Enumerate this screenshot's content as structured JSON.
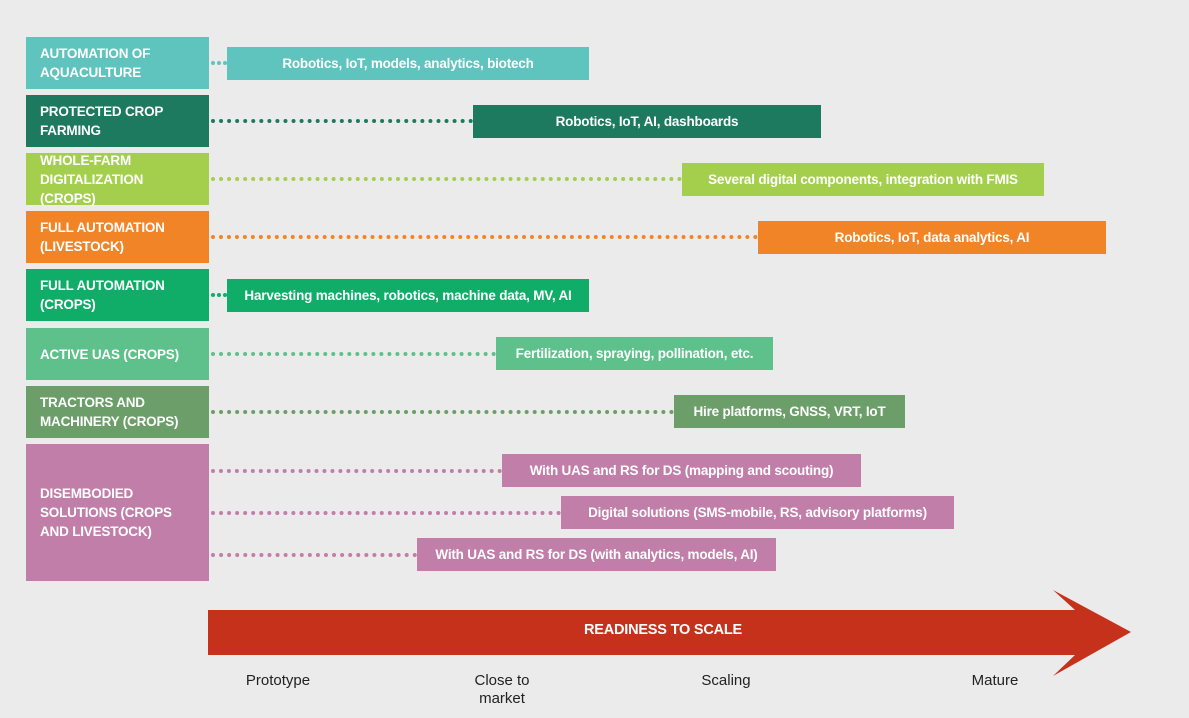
{
  "categories": [
    {
      "label": "AUTOMATION OF AQUACULTURE",
      "color": "#5ec4bd"
    },
    {
      "label": "PROTECTED CROP FARMING",
      "color": "#1e7a5e"
    },
    {
      "label": "WHOLE-FARM DIGITALIZATION (CROPS)",
      "color": "#a4cf4d"
    },
    {
      "label": "FULL AUTOMATION (LIVESTOCK)",
      "color": "#f08427"
    },
    {
      "label": "FULL AUTOMATION (CROPS)",
      "color": "#0fad68"
    },
    {
      "label": "ACTIVE UAS (CROPS)",
      "color": "#5ec08a"
    },
    {
      "label": "TRACTORS AND MACHINERY (CROPS)",
      "color": "#6b9e69"
    },
    {
      "label": "DISEMBODIED SOLUTIONS (CROPS AND LIVESTOCK)",
      "color": "#c17ea9"
    }
  ],
  "bars": [
    {
      "label": "Robotics, IoT, models, analytics, biotech",
      "category": "AUTOMATION OF AQUACULTURE"
    },
    {
      "label": "Robotics,  IoT, AI, dashboards",
      "category": "PROTECTED CROP FARMING"
    },
    {
      "label": "Several digital components, integration with FMIS",
      "category": "WHOLE-FARM DIGITALIZATION (CROPS)"
    },
    {
      "label": "Robotics, IoT, data analytics, AI",
      "category": "FULL AUTOMATION (LIVESTOCK)"
    },
    {
      "label": "Harvesting machines, robotics, machine data, MV, AI",
      "category": "FULL AUTOMATION (CROPS)"
    },
    {
      "label": "Fertilization, spraying,  pollination, etc.",
      "category": "ACTIVE UAS (CROPS)"
    },
    {
      "label": "Hire platforms, GNSS, VRT, IoT",
      "category": "TRACTORS AND MACHINERY (CROPS)"
    },
    {
      "label": "With UAS and RS for DS (mapping and scouting)",
      "category": "DISEMBODIED SOLUTIONS (CROPS AND LIVESTOCK)"
    },
    {
      "label": "Digital solutions (SMS-mobile, RS, advisory platforms)",
      "category": "DISEMBODIED SOLUTIONS (CROPS AND LIVESTOCK)"
    },
    {
      "label": "With UAS and RS for DS (with analytics, models, AI)",
      "category": "DISEMBODIED SOLUTIONS (CROPS AND LIVESTOCK)"
    }
  ],
  "axis": {
    "label": "READINESS TO SCALE",
    "color": "#c5311b",
    "stages": [
      "Prototype",
      "Close to market",
      "Scaling",
      "Mature"
    ]
  }
}
